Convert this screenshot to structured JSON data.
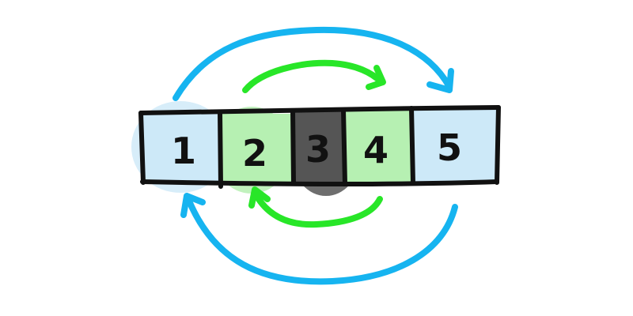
{
  "cells": [
    {
      "label": "1",
      "fill": "#cde9f8",
      "text_color": "#111111"
    },
    {
      "label": "2",
      "fill": "#b6f0b2",
      "text_color": "#111111"
    },
    {
      "label": "3",
      "fill": "#555555",
      "text_color": "#111111"
    },
    {
      "label": "4",
      "fill": "#b6f0b2",
      "text_color": "#111111"
    },
    {
      "label": "5",
      "fill": "#cde9f8",
      "text_color": "#111111"
    }
  ],
  "arrows": [
    {
      "name": "outer-arrow-top",
      "from": "1",
      "to": "5",
      "color": "#16b4f0"
    },
    {
      "name": "inner-arrow-top",
      "from": "2",
      "to": "4",
      "color": "#28e628"
    },
    {
      "name": "inner-arrow-bottom",
      "from": "4",
      "to": "2",
      "color": "#28e628"
    },
    {
      "name": "outer-arrow-bottom",
      "from": "5",
      "to": "1",
      "color": "#16b4f0"
    }
  ],
  "colors": {
    "outline": "#111111",
    "outer_arrow": "#16b4f0",
    "inner_arrow": "#28e628",
    "middle_highlight": "#555555"
  }
}
